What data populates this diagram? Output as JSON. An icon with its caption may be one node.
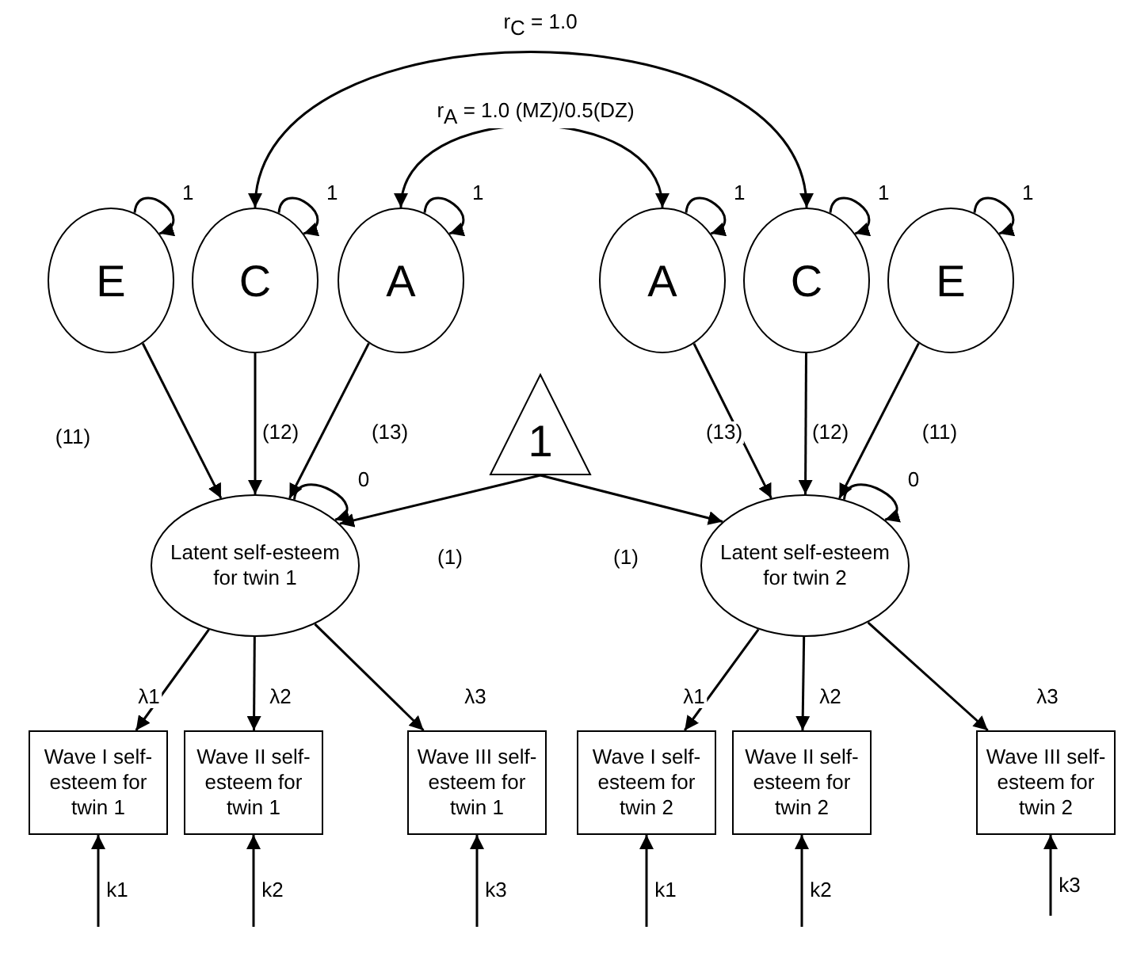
{
  "diagram": {
    "nodes": [
      {
        "text": [
          "E"
        ]
      },
      {
        "text": [
          "C"
        ]
      },
      {
        "text": [
          "A"
        ]
      },
      {
        "text": [
          "A"
        ]
      },
      {
        "text": [
          "C"
        ]
      },
      {
        "text": [
          "E"
        ]
      },
      {
        "text": [
          "1"
        ]
      },
      {
        "text": [
          "Latent self-esteem for twin 1"
        ]
      },
      {
        "text": [
          "Latent self-esteem for twin 2"
        ]
      },
      {
        "text": [
          "Wave I self-esteem for twin 1"
        ]
      },
      {
        "text": [
          "Wave II self-esteem for twin 1"
        ]
      },
      {
        "text": [
          "Wave III self-esteem for twin 1"
        ]
      },
      {
        "text": [
          "Wave I self-esteem for twin 2"
        ]
      },
      {
        "text": [
          "Wave II self-esteem for twin 2"
        ]
      },
      {
        "text": [
          "Wave III self-esteem for twin 2"
        ]
      }
    ],
    "edges": [
      {
        "from": 1,
        "to": 4,
        "arrow": "both",
        "label": "r$_{C}$ = 1.0"
      },
      {
        "from": 2,
        "to": 3,
        "arrow": "both",
        "label": "r$_{A}$ = 1.0 (MZ)/0.5(DZ)"
      },
      {
        "from": 0,
        "to": 0,
        "arrow": "to",
        "label": "1"
      },
      {
        "from": 1,
        "to": 1,
        "arrow": "to",
        "label": "1"
      },
      {
        "from": 2,
        "to": 2,
        "arrow": "to",
        "label": "1"
      },
      {
        "from": 3,
        "to": 3,
        "arrow": "to",
        "label": "1"
      },
      {
        "from": 4,
        "to": 4,
        "arrow": "to",
        "label": "1"
      },
      {
        "from": 5,
        "to": 5,
        "arrow": "to",
        "label": "1"
      },
      {
        "from": 7,
        "to": 7,
        "arrow": "to",
        "label": "0"
      },
      {
        "from": 8,
        "to": 8,
        "arrow": "to",
        "label": "0"
      },
      {
        "from": 0,
        "to": 7,
        "arrow": "to",
        "label": "(11)"
      },
      {
        "from": 1,
        "to": 7,
        "arrow": "to",
        "label": "(12)"
      },
      {
        "from": 2,
        "to": 7,
        "arrow": "to",
        "label": "(13)"
      },
      {
        "from": 3,
        "to": 8,
        "arrow": "to",
        "label": "(13)"
      },
      {
        "from": 4,
        "to": 8,
        "arrow": "to",
        "label": "(12)"
      },
      {
        "from": 5,
        "to": 8,
        "arrow": "to",
        "label": "(11)"
      },
      {
        "from": 6,
        "to": 7,
        "arrow": "to",
        "label": "(1)"
      },
      {
        "from": 6,
        "to": 8,
        "arrow": "to",
        "label": "(1)"
      },
      {
        "from": 7,
        "to": 9,
        "arrow": "to",
        "label": "λ1"
      },
      {
        "from": 7,
        "to": 10,
        "arrow": "to",
        "label": "λ2"
      },
      {
        "from": 7,
        "to": 11,
        "arrow": "to",
        "label": "λ3"
      },
      {
        "from": 8,
        "to": 12,
        "arrow": "to",
        "label": "λ1"
      },
      {
        "from": 8,
        "to": 13,
        "arrow": "to",
        "label": "λ2"
      },
      {
        "from": 8,
        "to": 14,
        "arrow": "to",
        "label": "λ3"
      },
      {
        "from": null,
        "to": 9,
        "arrow": "to",
        "label": "k1"
      },
      {
        "from": null,
        "to": 10,
        "arrow": "to",
        "label": "k2"
      },
      {
        "from": null,
        "to": 11,
        "arrow": "to",
        "label": "k3"
      },
      {
        "from": null,
        "to": 12,
        "arrow": "to",
        "label": "k1"
      },
      {
        "from": null,
        "to": 13,
        "arrow": "to",
        "label": "k2"
      },
      {
        "from": null,
        "to": 14,
        "arrow": "to",
        "label": "k3"
      }
    ]
  }
}
